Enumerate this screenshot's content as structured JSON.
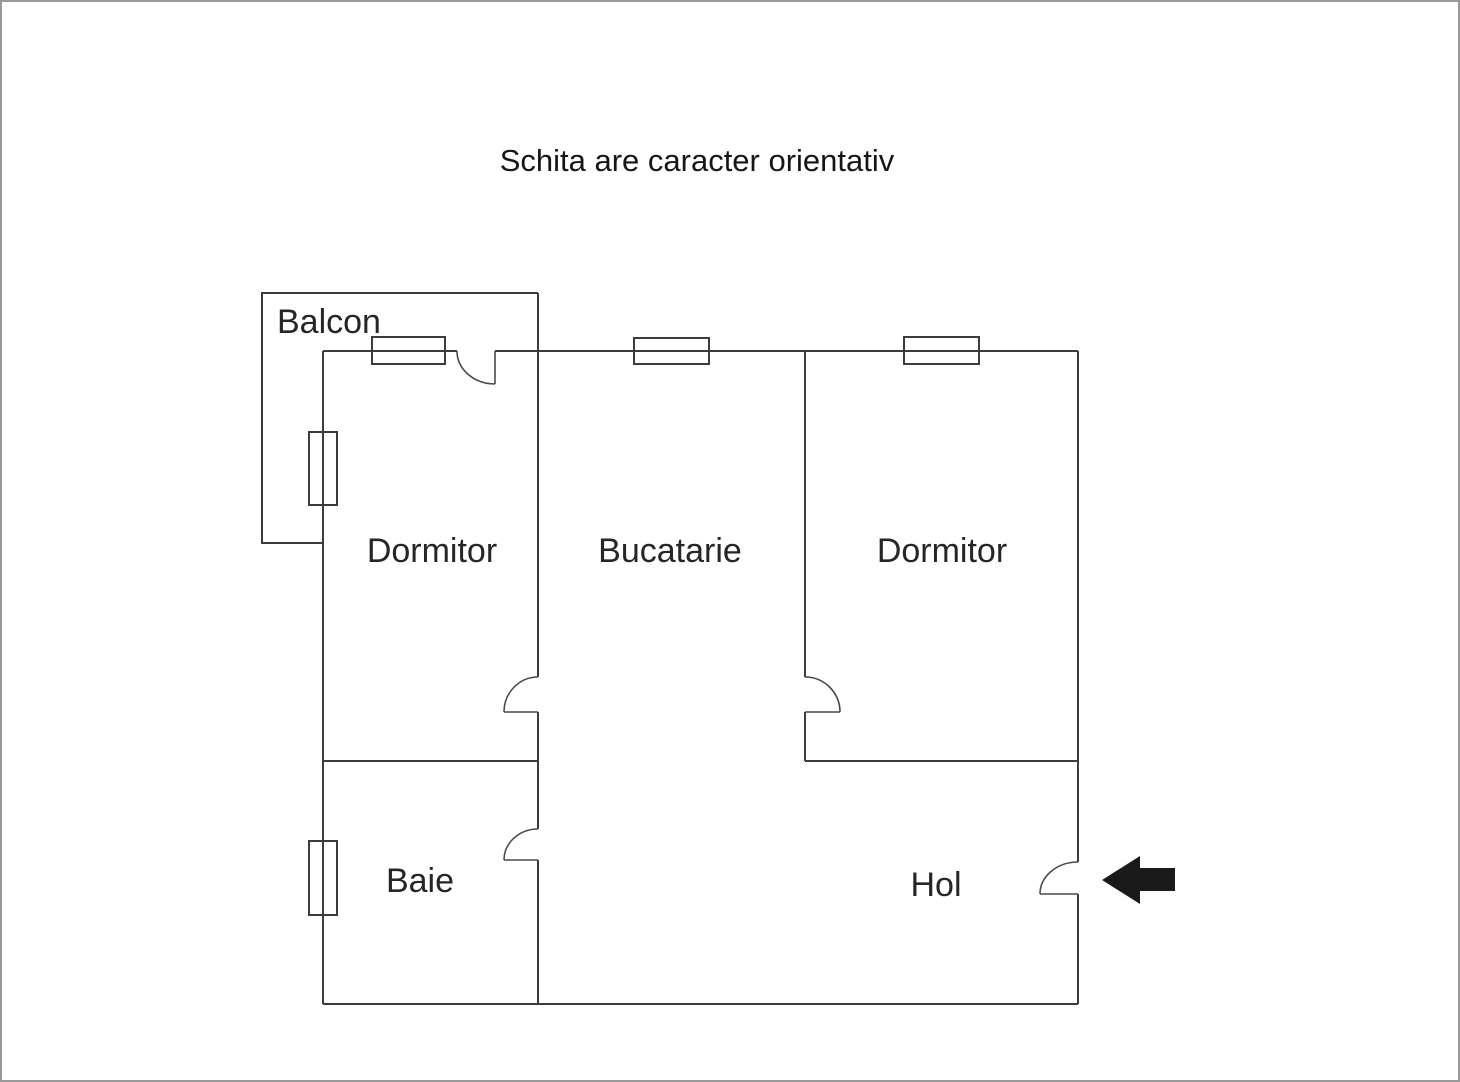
{
  "title": "Schita are caracter orientativ",
  "rooms": {
    "balcon": "Balcon",
    "dormitor_left": "Dormitor",
    "bucatarie": "Bucatarie",
    "dormitor_right": "Dormitor",
    "baie": "Baie",
    "hol": "Hol"
  },
  "diagram": {
    "type": "apartment-floor-plan",
    "room_list": [
      "Balcon",
      "Dormitor",
      "Bucatarie",
      "Dormitor",
      "Baie",
      "Hol"
    ],
    "window_count": 5,
    "interior_door_count": 4,
    "entrance": {
      "location": "right wall of Hol",
      "marker": "black arrow pointing left into the apartment"
    }
  },
  "colors": {
    "wall": "#3c3c3c",
    "door": "#4a4a4a",
    "text": "#262626",
    "arrow": "#1a1a1a",
    "frame": "#999999",
    "background": "#ffffff"
  }
}
